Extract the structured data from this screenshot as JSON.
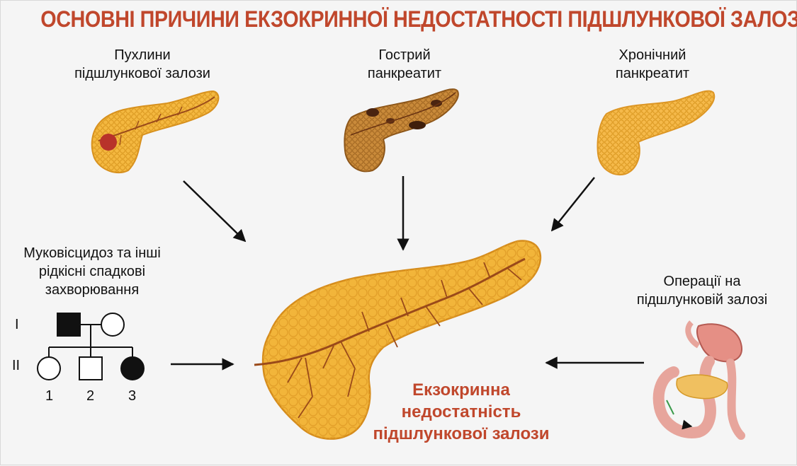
{
  "title": "ОСНОВНІ ПРИЧИНИ ЕКЗОКРИННОЇ НЕДОСТАТНОСТІ ПІДШЛУНКОВОЇ ЗАЛОЗИ",
  "causes": {
    "tumors": {
      "line1": "Пухлини",
      "line2": "підшлункової залози"
    },
    "acute": {
      "line1": "Гострий",
      "line2": "панкреатит"
    },
    "chronic": {
      "line1": "Хронічний",
      "line2": "панкреатит"
    },
    "genetic": {
      "line1": "Муковісцидоз та інші",
      "line2": "рідкісні спадкові",
      "line3": "захворювання"
    },
    "surgery": {
      "line1": "Операції на",
      "line2": "підшлунковій залозі"
    }
  },
  "central": {
    "line1": "Екзокринна",
    "line2": "недостатність",
    "line3": "підшлункової залози"
  },
  "pedigree": {
    "generations": [
      "I",
      "II"
    ],
    "children": [
      "1",
      "2",
      "3"
    ]
  },
  "colors": {
    "title": "#c0472c",
    "gland": "#f2b53a",
    "gland_dark": "#d78f1f",
    "duct": "#9a4a1a",
    "acute_gland": "#c98a3a",
    "tumor": "#b8322a"
  }
}
